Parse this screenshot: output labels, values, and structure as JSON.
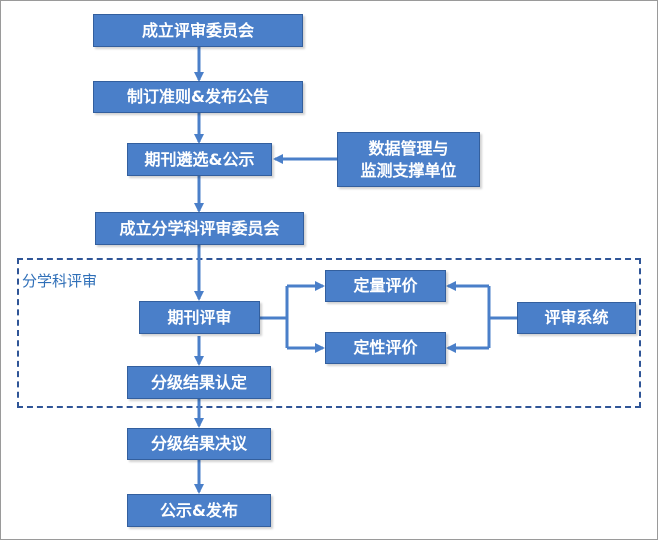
{
  "nodes": {
    "committee": "成立评审委员会",
    "criteria": "制订准则&发布公告",
    "selection": "期刊遴选&公示",
    "data_mgmt_line1": "数据管理与",
    "data_mgmt_line2": "监测支撑单位",
    "subject_committee": "成立分学科评审委员会",
    "journal_review": "期刊评审",
    "quantitative": "定量评价",
    "qualitative": "定性评价",
    "review_system": "评审系统",
    "grading_confirm": "分级结果认定",
    "grading_resolve": "分级结果决议",
    "publish": "公示&发布"
  },
  "group_label": "分学科评审",
  "colors": {
    "box_fill": "#4a7fc9",
    "arrow": "#4a7fc9",
    "dashed_border": "#2f5597",
    "group_label": "#2f6fb8"
  }
}
